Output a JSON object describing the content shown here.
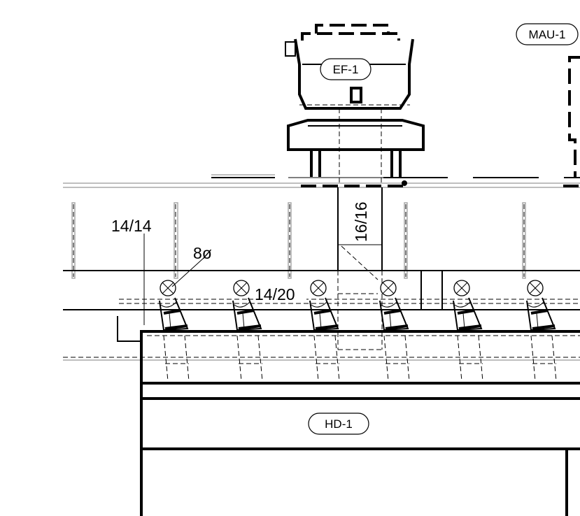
{
  "tags": {
    "exhaust_fan": "EF-1",
    "makeup_air_unit": "MAU-1",
    "hood": "HD-1"
  },
  "dimensions": {
    "branch_duct": "14/14",
    "riser_duct": "16/16",
    "main_duct": "14/20",
    "diffuser_neck": "8ø"
  }
}
